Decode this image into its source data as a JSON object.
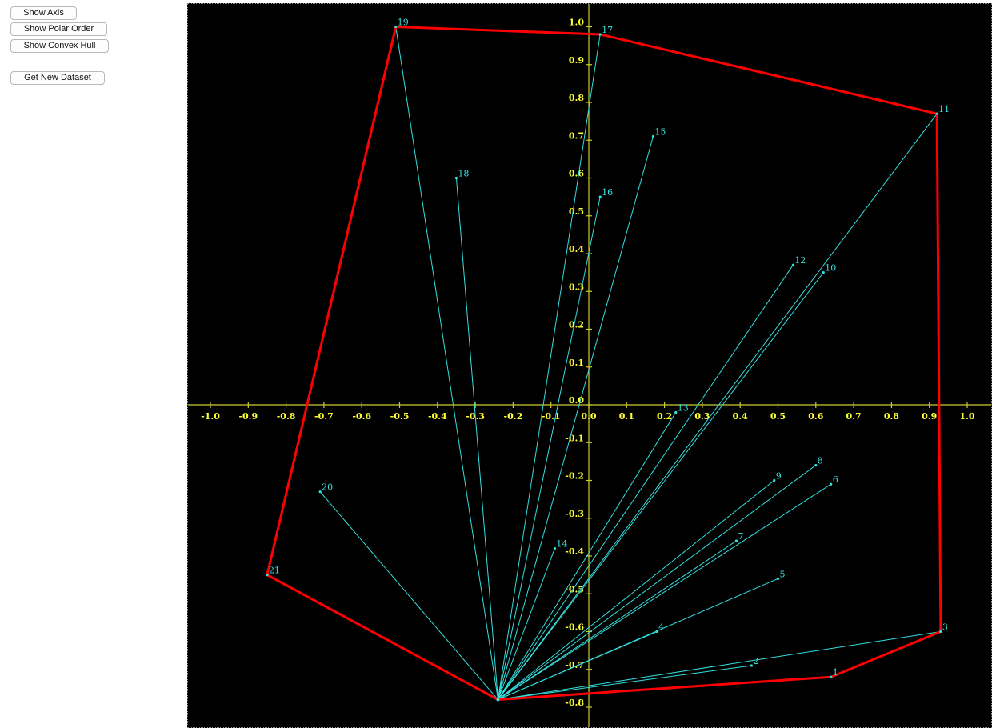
{
  "controls": {
    "show_axis": "Show Axis",
    "show_polar_order": "Show Polar Order",
    "show_convex_hull": "Show Convex Hull",
    "get_new_dataset": "Get New Dataset"
  },
  "colors": {
    "background": "#000000",
    "axis": "#cccc33",
    "tick_label": "#ffff33",
    "polar_line": "#33e0e0",
    "point_label": "#33e0e0",
    "hull": "#ff0000"
  },
  "chart_data": {
    "type": "scatter",
    "title": "",
    "xlabel": "",
    "ylabel": "",
    "xlim": [
      -1.0,
      1.0
    ],
    "ylim": [
      -0.8,
      1.0
    ],
    "x_ticks": [
      "-1.0",
      "-0.9",
      "-0.8",
      "-0.7",
      "-0.6",
      "-0.5",
      "-0.4",
      "-0.3",
      "-0.2",
      "-0.1",
      "0.0",
      "0.1",
      "0.2",
      "0.3",
      "0.4",
      "0.5",
      "0.6",
      "0.7",
      "0.8",
      "0.9",
      "1.0"
    ],
    "y_ticks": [
      "-0.8",
      "-0.7",
      "-0.6",
      "-0.5",
      "-0.4",
      "-0.3",
      "-0.2",
      "-0.1",
      "0.0",
      "0.1",
      "0.2",
      "0.3",
      "0.4",
      "0.5",
      "0.6",
      "0.7",
      "0.8",
      "0.9",
      "1.0"
    ],
    "grid": false,
    "pivot": {
      "x": -0.24,
      "y": -0.78
    },
    "points": [
      {
        "label": "1",
        "x": 0.64,
        "y": -0.72
      },
      {
        "label": "2",
        "x": 0.43,
        "y": -0.69
      },
      {
        "label": "3",
        "x": 0.93,
        "y": -0.6
      },
      {
        "label": "4",
        "x": 0.18,
        "y": -0.6
      },
      {
        "label": "5",
        "x": 0.5,
        "y": -0.46
      },
      {
        "label": "6",
        "x": 0.64,
        "y": -0.21
      },
      {
        "label": "7",
        "x": 0.39,
        "y": -0.36
      },
      {
        "label": "8",
        "x": 0.6,
        "y": -0.16
      },
      {
        "label": "9",
        "x": 0.49,
        "y": -0.2
      },
      {
        "label": "10",
        "x": 0.62,
        "y": 0.35
      },
      {
        "label": "11",
        "x": 0.92,
        "y": 0.77
      },
      {
        "label": "12",
        "x": 0.54,
        "y": 0.37
      },
      {
        "label": "13",
        "x": 0.23,
        "y": -0.02
      },
      {
        "label": "14",
        "x": -0.09,
        "y": -0.38
      },
      {
        "label": "15",
        "x": 0.17,
        "y": 0.71
      },
      {
        "label": "16",
        "x": 0.03,
        "y": 0.55
      },
      {
        "label": "17",
        "x": 0.03,
        "y": 0.98
      },
      {
        "label": "18",
        "x": -0.35,
        "y": 0.6
      },
      {
        "label": "19",
        "x": -0.51,
        "y": 1.0
      },
      {
        "label": "20",
        "x": -0.71,
        "y": -0.23
      },
      {
        "label": "21",
        "x": -0.85,
        "y": -0.45
      }
    ],
    "hull_order": [
      "1",
      "3",
      "11",
      "17",
      "19",
      "21"
    ]
  }
}
